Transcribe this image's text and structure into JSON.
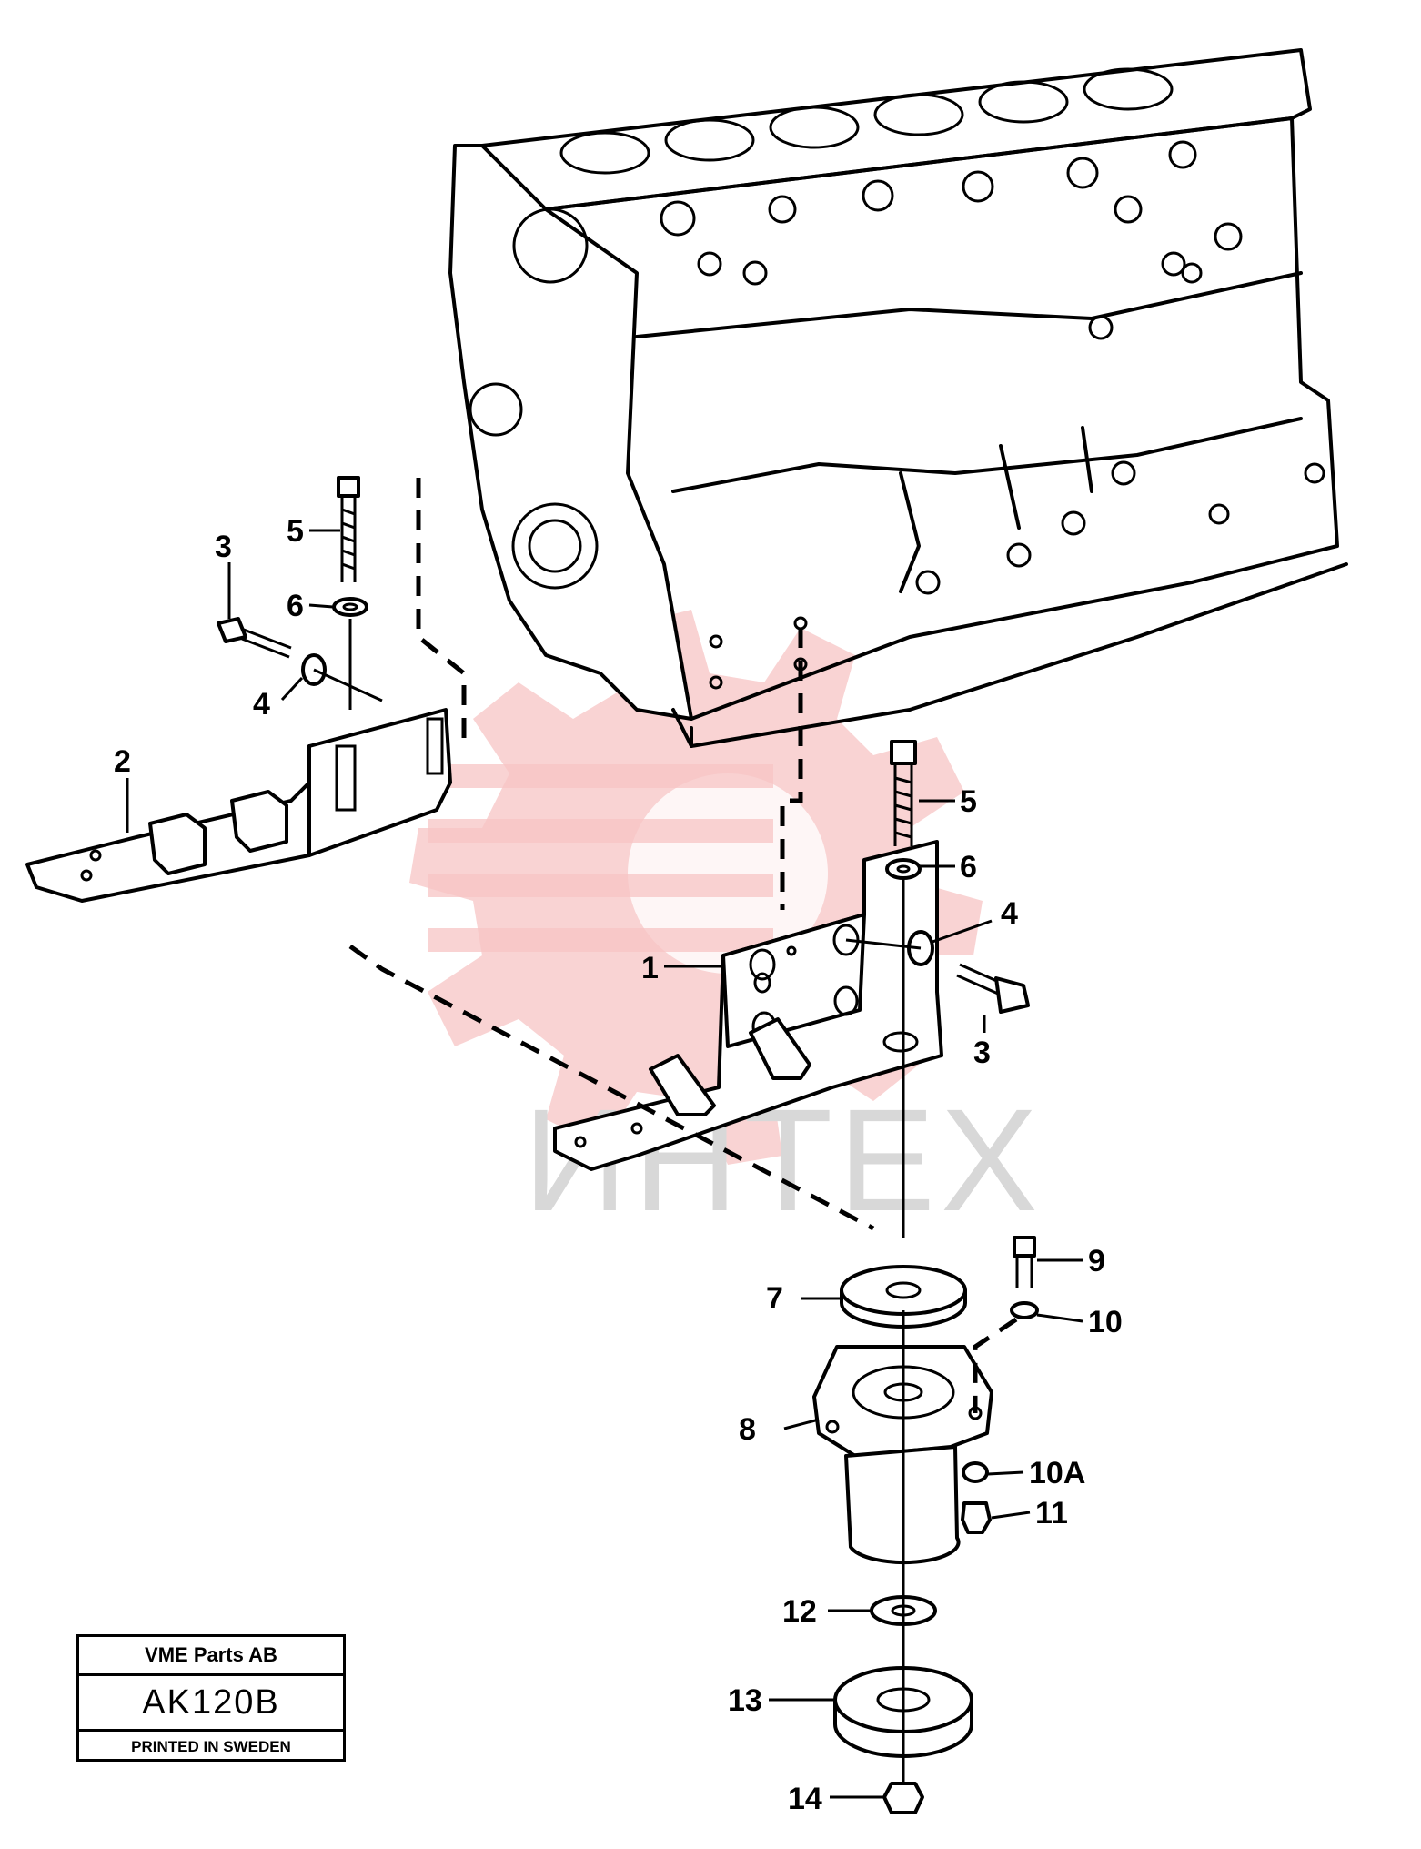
{
  "watermark": "ИНТЕХ",
  "callouts": {
    "c1": "1",
    "c2": "2",
    "c3_left": "3",
    "c3_right": "3",
    "c4_left": "4",
    "c4_right": "4",
    "c5_left": "5",
    "c5_right": "5",
    "c6_left": "6",
    "c6_right": "6",
    "c7": "7",
    "c8": "8",
    "c9": "9",
    "c10": "10",
    "c10a": "10A",
    "c11": "11",
    "c12": "12",
    "c13": "13",
    "c14": "14"
  },
  "title_block": {
    "company": "VME Parts AB",
    "code": "AK120B",
    "printed": "PRINTED IN SWEDEN"
  },
  "colors": {
    "line": "#000000",
    "watermark_gear": "#f7c4c4",
    "watermark_text": "#d8d8d8"
  }
}
